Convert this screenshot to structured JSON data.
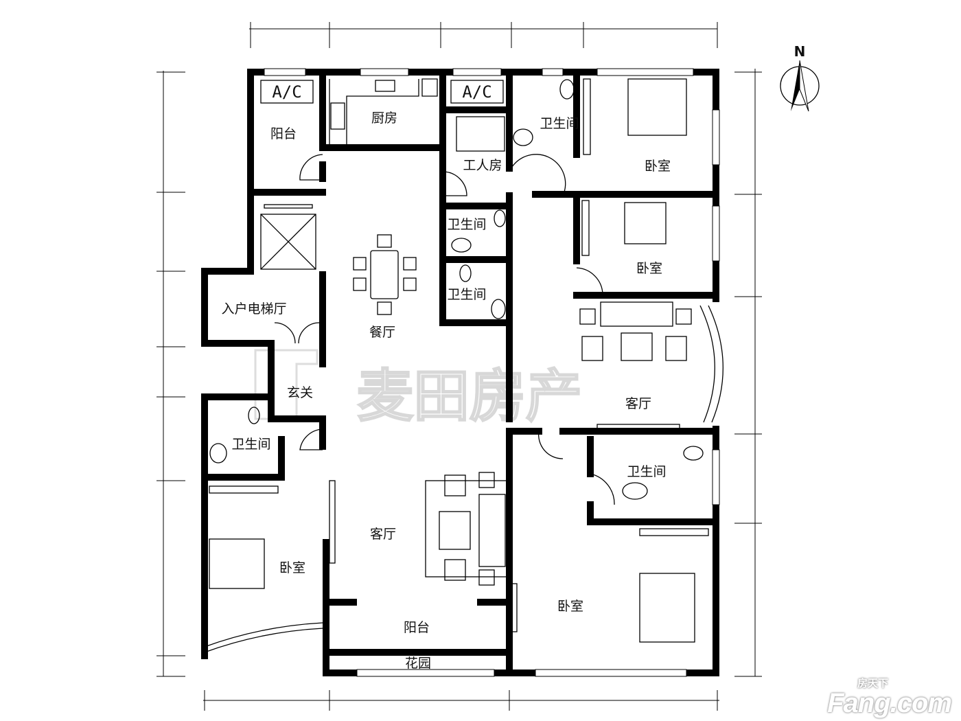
{
  "compass": {
    "north_label": "N"
  },
  "rooms": {
    "ac_left": "A/C",
    "ac_right": "A/C",
    "balcony_top": "阳台",
    "kitchen": "厨房",
    "worker_room": "工人房",
    "bath_top_right": "卫生间",
    "bedroom_top_right": "卧室",
    "bath_mid_1": "卫生间",
    "bath_mid_2": "卫生间",
    "bedroom_mid_right": "卧室",
    "elevator_hall": "入户电梯厅",
    "dining": "餐厅",
    "living_right": "客厅",
    "foyer": "玄关",
    "bath_left": "卫生间",
    "bath_lower_right": "卫生间",
    "living_main": "客厅",
    "bedroom_left": "卧室",
    "bedroom_lower_right": "卧室",
    "balcony_bottom": "阳台",
    "garden": "花园"
  },
  "watermark": {
    "text": "麦田房产"
  },
  "site_logo": {
    "cn": "房天下",
    "en": "Fang.com"
  }
}
